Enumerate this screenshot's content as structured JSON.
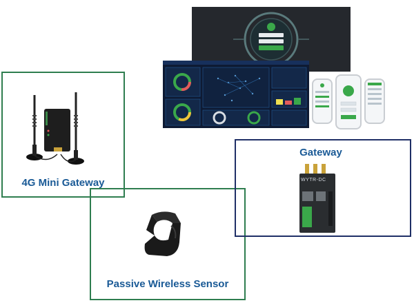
{
  "labels": {
    "mini_gateway": "4G Mini Gateway",
    "gateway": "Gateway",
    "sensor": "Passive Wireless Sensor"
  },
  "device_markings": {
    "gateway_brand": "WYTR-DC"
  },
  "colors": {
    "green_frame": "#2e7d4f",
    "navy_frame": "#1f2f66",
    "label_blue": "#1a5a96",
    "screen_dark": "#0e1a33",
    "accent_green": "#3aa84a"
  }
}
